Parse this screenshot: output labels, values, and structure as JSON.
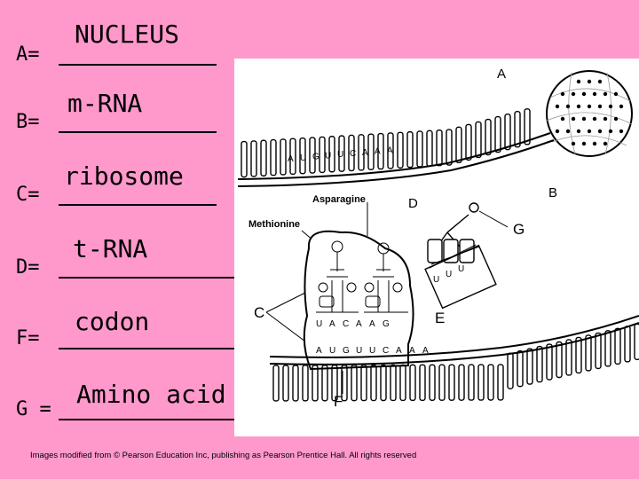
{
  "labels": [
    {
      "key": "A=",
      "answer": "NUCLEUS"
    },
    {
      "key": "B=",
      "answer": "m-RNA"
    },
    {
      "key": "C=",
      "answer": "ribosome"
    },
    {
      "key": "D=",
      "answer": "t-RNA"
    },
    {
      "key": "F=",
      "answer": "codon"
    },
    {
      "key": "G =",
      "answer": "Amino acid"
    }
  ],
  "figure": {
    "letters": {
      "a": "A",
      "b": "B",
      "c": "C",
      "d": "D",
      "e": "E",
      "f": "F",
      "g": "G"
    },
    "asparagine": "Asparagine",
    "methionine": "Methionine",
    "mrna_top_bases": [
      "A",
      "U",
      "G",
      "U",
      "U",
      "C",
      "A",
      "A",
      "A"
    ],
    "ribosome_top_bases": [
      "U",
      "A",
      "C",
      "A",
      "A",
      "G"
    ],
    "ribosome_bottom_bases": [
      "A",
      "U",
      "G",
      "U",
      "U",
      "C",
      "A",
      "A",
      "A"
    ],
    "trna_anticodon": [
      "U",
      "U",
      "U"
    ]
  },
  "credit": "Images modified from © Pearson Education Inc, publishing as Pearson Prentice Hall. All rights reserved"
}
